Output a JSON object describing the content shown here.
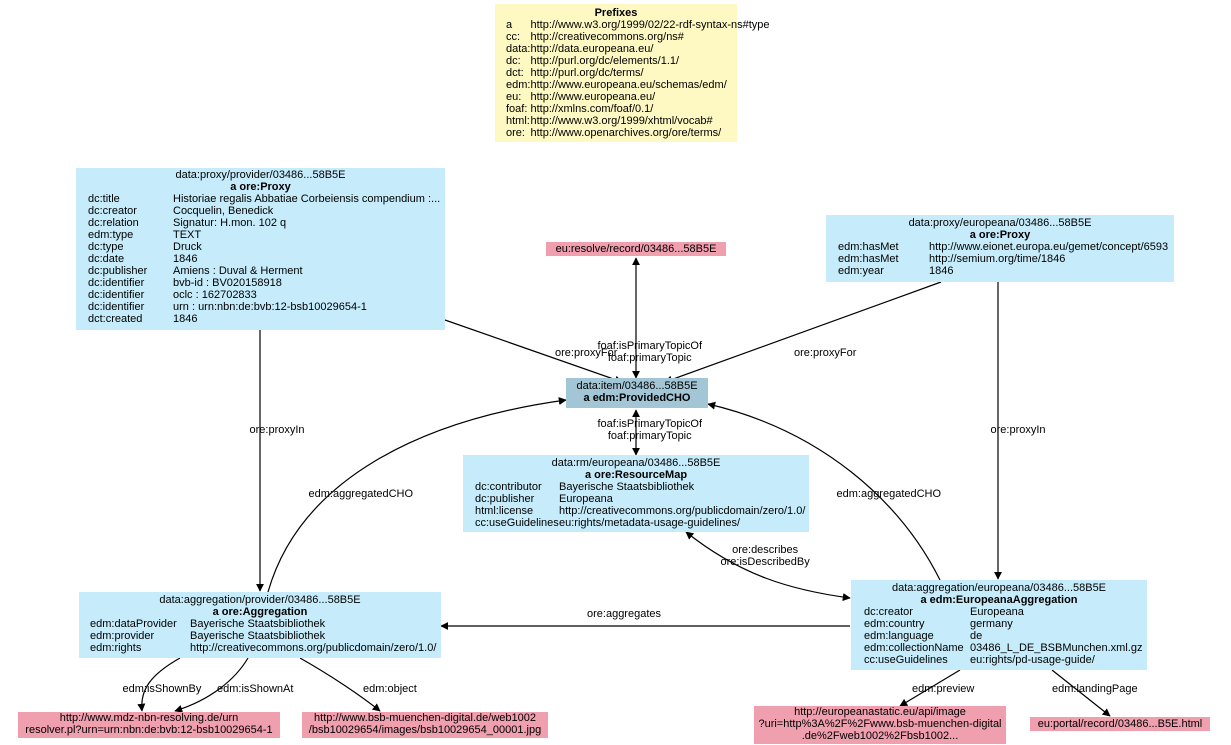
{
  "colors": {
    "proxy": "#c6ecfb",
    "cho": "#a3c6d6",
    "literal": "#ef9fae",
    "prefixes": "#fef8c2",
    "edge": "#000000"
  },
  "prefixes": {
    "title": "Prefixes",
    "rows": [
      {
        "k": "a",
        "v": "http://www.w3.org/1999/02/22-rdf-syntax-ns#type"
      },
      {
        "k": "cc:",
        "v": "http://creativecommons.org/ns#"
      },
      {
        "k": "data:",
        "v": "http://data.europeana.eu/"
      },
      {
        "k": "dc:",
        "v": "http://purl.org/dc/elements/1.1/"
      },
      {
        "k": "dct:",
        "v": "http://purl.org/dc/terms/"
      },
      {
        "k": "edm:",
        "v": "http://www.europeana.eu/schemas/edm/"
      },
      {
        "k": "eu:",
        "v": "http://www.europeana.eu/"
      },
      {
        "k": "foaf:",
        "v": "http://xmlns.com/foaf/0.1/"
      },
      {
        "k": "html:",
        "v": "http://www.w3.org/1999/xhtml/vocab#"
      },
      {
        "k": "ore:",
        "v": "http://www.openarchives.org/ore/terms/"
      }
    ]
  },
  "provider_proxy": {
    "id": "data:proxy/provider/03486...58B5E",
    "type": "a ore:Proxy",
    "rows": [
      {
        "k": "dc:title",
        "v": "Historiae regalis Abbatiae Corbeiensis compendium :..."
      },
      {
        "k": "dc:creator",
        "v": "Cocquelin, Benedick"
      },
      {
        "k": "dc:relation",
        "v": "Signatur: H.mon. 102 q"
      },
      {
        "k": "edm:type",
        "v": "TEXT"
      },
      {
        "k": "dc:type",
        "v": "Druck"
      },
      {
        "k": "dc:date",
        "v": "1846"
      },
      {
        "k": "dc:publisher",
        "v": "Amiens : Duval & Herment"
      },
      {
        "k": "dc:identifier",
        "v": "bvb-id : BV020158918"
      },
      {
        "k": "dc:identifier",
        "v": "oclc : 162702833"
      },
      {
        "k": "dc:identifier",
        "v": "urn : urn:nbn:de:bvb:12-bsb10029654-1"
      },
      {
        "k": "dct:created",
        "v": "1846"
      }
    ]
  },
  "europeana_proxy": {
    "id": "data:proxy/europeana/03486...58B5E",
    "type": "a ore:Proxy",
    "rows": [
      {
        "k": "edm:hasMet",
        "v": "http://www.eionet.europa.eu/gemet/concept/6593"
      },
      {
        "k": "edm:hasMet",
        "v": "http://semium.org/time/1846"
      },
      {
        "k": "edm:year",
        "v": "1846"
      }
    ]
  },
  "resolve_record": "eu:resolve/record/03486...58B5E",
  "cho": {
    "id": "data:item/03486...58B5E",
    "type": "a edm:ProvidedCHO"
  },
  "resource_map": {
    "id": "data:rm/europeana/03486...58B5E",
    "type": "a ore:ResourceMap",
    "rows": [
      {
        "k": "dc:contributor",
        "v": "Bayerische Staatsbibliothek"
      },
      {
        "k": "dc:publisher",
        "v": "Europeana"
      },
      {
        "k": "html:license",
        "v": "http://creativecommons.org/publicdomain/zero/1.0/"
      },
      {
        "k": "cc:useGuidelines",
        "v": "eu:rights/metadata-usage-guidelines/"
      }
    ]
  },
  "provider_aggregation": {
    "id": "data:aggregation/provider/03486...58B5E",
    "type": "a ore:Aggregation",
    "rows": [
      {
        "k": "edm:dataProvider",
        "v": "Bayerische Staatsbibliothek"
      },
      {
        "k": "edm:provider",
        "v": "Bayerische Staatsbibliothek"
      },
      {
        "k": "edm:rights",
        "v": "http://creativecommons.org/publicdomain/zero/1.0/"
      }
    ]
  },
  "europeana_aggregation": {
    "id": "data:aggregation/europeana/03486...58B5E",
    "type": "a edm:EuropeanaAggregation",
    "rows": [
      {
        "k": "dc:creator",
        "v": "Europeana"
      },
      {
        "k": "edm:country",
        "v": "germany"
      },
      {
        "k": "edm:language",
        "v": "de"
      },
      {
        "k": "edm:collectionName",
        "v": "03486_L_DE_BSBMunchen.xml.gz"
      },
      {
        "k": "cc:useGuidelines",
        "v": "eu:rights/pd-usage-guide/"
      }
    ]
  },
  "literals": {
    "mdz": [
      "http://www.mdz-nbn-resolving.de/urn",
      "resolver.pl?urn=urn:nbn:de:bvb:12-bsb10029654-1"
    ],
    "bsb": [
      "http://www.bsb-muenchen-digital.de/web1002",
      "/bsb10029654/images/bsb10029654_00001.jpg"
    ],
    "preview": [
      "http://europeanastatic.eu/api/image",
      "?uri=http%3A%2F%2Fwww.bsb-muenchen-digital",
      ".de%2Fweb1002%2Fbsb1002..."
    ],
    "landing": "eu:portal/record/03486...B5E.html"
  },
  "edge_labels": {
    "proxyFor_left": "ore:proxyFor",
    "proxyFor_right": "ore:proxyFor",
    "primaryTopic_top": [
      "foaf:isPrimaryTopicOf",
      "foaf:primaryTopic"
    ],
    "primaryTopic_mid": [
      "foaf:isPrimaryTopicOf",
      "foaf:primaryTopic"
    ],
    "proxyIn_left": "ore:proxyIn",
    "proxyIn_right": "ore:proxyIn",
    "aggregatedCHO_left": "edm:aggregatedCHO",
    "aggregatedCHO_right": "edm:aggregatedCHO",
    "describes": [
      "ore:describes",
      "ore:isDescribedBy"
    ],
    "aggregates": "ore:aggregates",
    "isShownBy": "edm:isShownBy",
    "isShownAt": "edm:isShownAt",
    "object": "edm:object",
    "preview": "edm:preview",
    "landingPage": "edm:landingPage"
  }
}
